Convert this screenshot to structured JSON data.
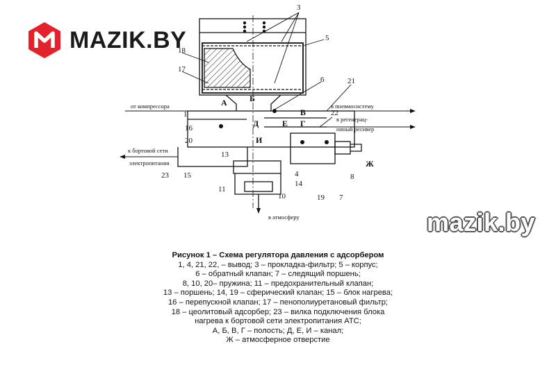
{
  "logo": {
    "text": "MAZIK.BY",
    "brand_color": "#e4222b"
  },
  "watermark": {
    "text": "mazik.by"
  },
  "diagram": {
    "inlet_label": "от компрессора",
    "outlet_pneumo": "в пневмосистему",
    "outlet_regen_1": "в регенерац-",
    "outlet_regen_2": "онный ресивер",
    "board_1": "к бортовой сети",
    "board_2": "электропитания",
    "atmosphere": "в атмосферу",
    "parts": {
      "p1": "1",
      "p3": "3",
      "p4": "4",
      "p5": "5",
      "p6": "6",
      "p7": "7",
      "p8": "8",
      "p10": "10",
      "p11": "11",
      "p13": "13",
      "p14": "14",
      "p15": "15",
      "p16": "16",
      "p17": "17",
      "p18": "18",
      "p19": "19",
      "p20": "20",
      "p21": "21",
      "p22": "22",
      "p23": "23"
    },
    "zones": {
      "A": "А",
      "B": "Б",
      "V": "В",
      "G": "Г",
      "D": "Д",
      "E": "Е",
      "I": "И",
      "Zh": "Ж"
    }
  },
  "caption": {
    "title": "Рисунок 1 – Схема регулятора давления с адсорбером",
    "lines": [
      "1, 4, 21, 22, – вывод; 3 – прокладка-фильтр; 5 – корпус;",
      "6 – обратный клапан; 7 – следящий поршень;",
      "8, 10, 20– пружина; 11 – предохранительный клапан;",
      "13 – поршень; 14, 19 – сферический клапан; 15 – блок нагрева;",
      "16 – перепускной клапан; 17 – пенополиуретановый фильтр;",
      "18 – цеолитовый адсорбер; 23 – вилка подключения блока",
      "нагрева к бортовой сети электропитания АТС;",
      "А, Б, В, Г – полость; Д, Е, И – канал;",
      "Ж – атмосферное отверстие"
    ]
  }
}
